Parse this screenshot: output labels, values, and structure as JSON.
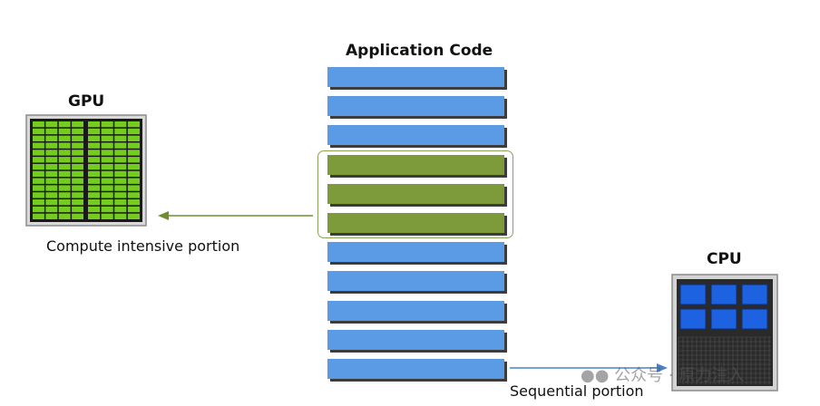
{
  "application": {
    "title": "Application Code",
    "blocks": [
      {
        "kind": "sequential"
      },
      {
        "kind": "sequential"
      },
      {
        "kind": "sequential"
      },
      {
        "kind": "compute"
      },
      {
        "kind": "compute"
      },
      {
        "kind": "compute"
      },
      {
        "kind": "sequential"
      },
      {
        "kind": "sequential"
      },
      {
        "kind": "sequential"
      },
      {
        "kind": "sequential"
      },
      {
        "kind": "sequential"
      }
    ]
  },
  "gpu": {
    "title": "GPU",
    "caption": "Compute intensive portion",
    "icon": "gpu-chip-icon"
  },
  "cpu": {
    "title": "CPU",
    "caption": "Sequential portion",
    "icon": "cpu-chip-icon"
  },
  "watermark": {
    "text": "公众号 · 原力注入",
    "icon": "wechat-icon"
  },
  "colors": {
    "sequential_block": "#5b9be6",
    "compute_block": "#7e9b3c",
    "gpu_core": "#74cc1e",
    "cpu_core": "#1d62e0",
    "arrow_gpu": "#6f8f2f",
    "arrow_cpu": "#4b80c8"
  }
}
